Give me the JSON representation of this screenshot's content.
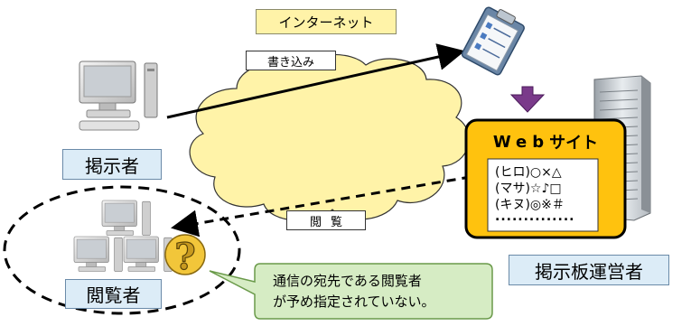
{
  "labels": {
    "internet": "インターネット",
    "write": "書き込み",
    "browse": "閲覧",
    "poster": "掲示者",
    "viewer": "閲覧者",
    "operator": "掲示板運営者",
    "website_latin": "Web",
    "website_kana": "サイト"
  },
  "posts": [
    "(ヒロ)○×△",
    "(マサ)☆♪□",
    "(キヌ)◎※＃"
  ],
  "post_dots": "..............",
  "note": {
    "line1": "通信の宛先である閲覧者",
    "line2": "が予め指定されていない。"
  },
  "question_mark": "?",
  "colors": {
    "cloud_fill": "#fff3a8",
    "site_fill": "#ffc20e",
    "label_fill": "#dcecf7",
    "callout_fill": "#d6ecc4",
    "down_arrow": "#7a3a8a"
  },
  "icons": [
    "computer-icon",
    "clipboard-icon",
    "server-tower-icon",
    "question-icon"
  ]
}
